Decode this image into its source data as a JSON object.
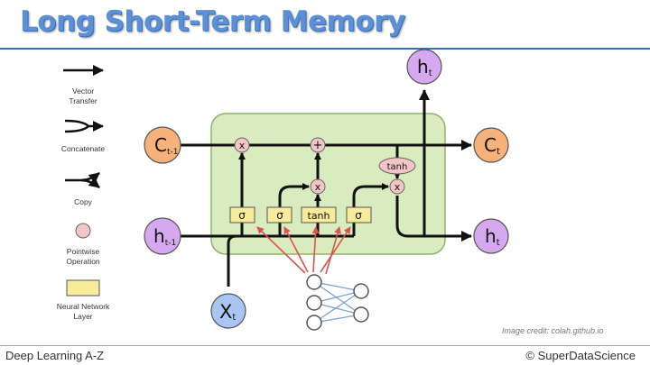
{
  "header": {
    "title": "Long Short-Term Memory"
  },
  "legend": {
    "vector_transfer": "Vector\nTransfer",
    "concatenate": "Concatenate",
    "copy": "Copy",
    "pointwise": "Pointwise\nOperation",
    "neural_layer": "Neural Network\nLayer"
  },
  "diagram": {
    "c_prev_main": "C",
    "c_prev_sub": "t-1",
    "h_prev_main": "h",
    "h_prev_sub": "t-1",
    "x_main": "X",
    "x_sub": "t",
    "c_out_main": "C",
    "c_out_sub": "t",
    "h_out_main": "h",
    "h_out_sub": "t",
    "h_top_main": "h",
    "h_top_sub": "t",
    "op_mult": "x",
    "op_plus": "+",
    "op_tanh": "tanh",
    "layer_sigma": "σ",
    "layer_tanh": "tanh"
  },
  "footer": {
    "course": "Deep Learning A-Z",
    "brand": "© SuperDataScience",
    "image_credit": "Image credit: colah.github.io"
  },
  "colors": {
    "title": "#5b8fd6",
    "rule": "#3b6fb5",
    "cell_fill": "#d9ecbf",
    "cell_stroke": "#8fb36a",
    "c_node": "#f6b27a",
    "h_node": "#d6a8f0",
    "x_node": "#a9c6f2",
    "pointwise": "#f2c6c6",
    "layer": "#f8ec9c",
    "red_arrow": "#d9534f"
  }
}
